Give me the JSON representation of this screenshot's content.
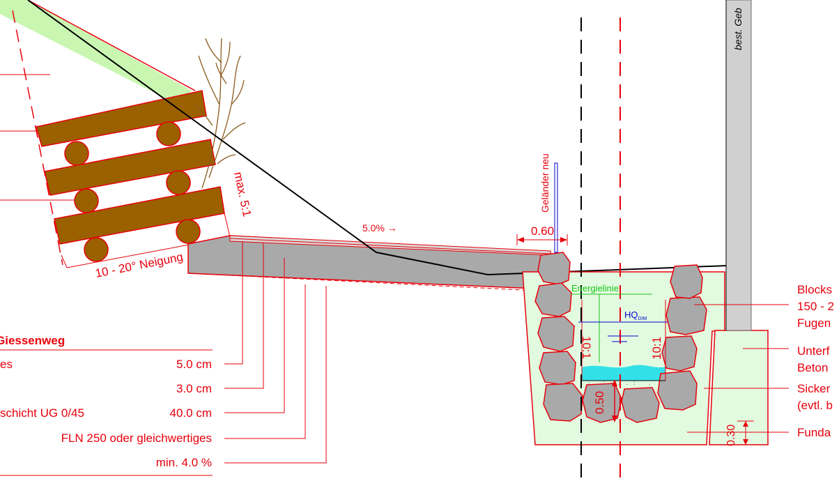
{
  "colors": {
    "red": "#e8000b",
    "wood": "#9b6000",
    "grey": "#a9a9a9",
    "greenFill": "#e2fbe0",
    "slope": "#c9f7b2",
    "water": "#33e0e8",
    "blue": "#0000cc",
    "green": "#19c419"
  },
  "labels": {
    "giessenweg": "Giessenweg",
    "neigung": "10 - 20° Neigung",
    "max": "max. 5:1",
    "gefaelle": "5.0% →",
    "dim060": "0.60",
    "gelaender": "Geländer neu",
    "energielinie": "Energielinie",
    "hq": "HQ",
    "hqSub": "DIM",
    "ratioLeft": "10:1",
    "ratioRight": "10:1",
    "dim050": "0.50",
    "dim030": "0.30",
    "bestGeb": "best. Geb"
  },
  "layers": [
    {
      "name": "es",
      "value": "5.0 cm"
    },
    {
      "name": "",
      "value": "3.0 cm"
    },
    {
      "name": "schicht UG 0/45",
      "value": "40.0 cm"
    },
    {
      "name": "FLN 250 oder gleichwertiges",
      "value": ""
    },
    {
      "name": "",
      "value": "min. 4.0 %"
    }
  ],
  "rightLabels": {
    "blocks1": "Blocks",
    "blocks2": "150 - 2",
    "blocks3": "Fugen",
    "unter1": "Unterf",
    "unter2": "Beton",
    "sicker1": "Sicker",
    "sicker2": "(evtl. b",
    "funda": "Funda"
  }
}
